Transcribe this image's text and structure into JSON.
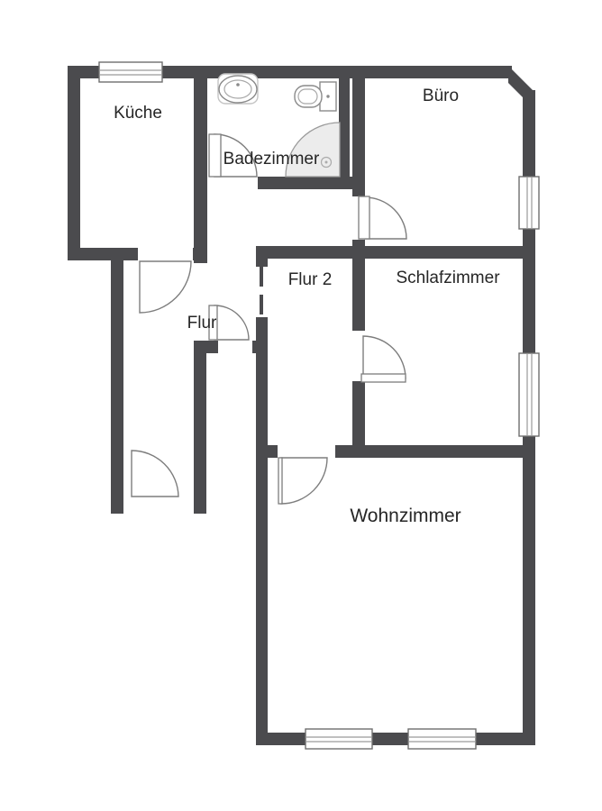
{
  "floorplan": {
    "rooms": [
      {
        "name": "Küche"
      },
      {
        "name": "Badezimmer"
      },
      {
        "name": "Büro"
      },
      {
        "name": "Flur"
      },
      {
        "name": "Flur 2"
      },
      {
        "name": "Schlafzimmer"
      },
      {
        "name": "Wohnzimmer"
      }
    ],
    "fixtures": [
      {
        "name": "washbasin"
      },
      {
        "name": "toilet"
      },
      {
        "name": "shower"
      }
    ],
    "counts": {
      "windows": "5",
      "doors": "7"
    },
    "colors": {
      "wall": "#4b4b4e",
      "shower_fill": "#ececec",
      "label_text": "#262626",
      "background": "#ffffff"
    }
  }
}
